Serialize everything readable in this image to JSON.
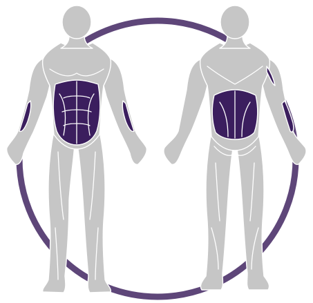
{
  "colors": {
    "ring": "#5e4679",
    "highlight": "#3b1e5e",
    "body": "#c6c6c6",
    "outline": "#ffffff",
    "background": "#ffffff"
  },
  "figures": [
    {
      "view": "front",
      "highlighted_muscles": [
        "abdominals",
        "obliques",
        "forearm-flexors"
      ]
    },
    {
      "view": "back",
      "highlighted_muscles": [
        "lower-back-lats",
        "forearm-extensors"
      ]
    }
  ]
}
